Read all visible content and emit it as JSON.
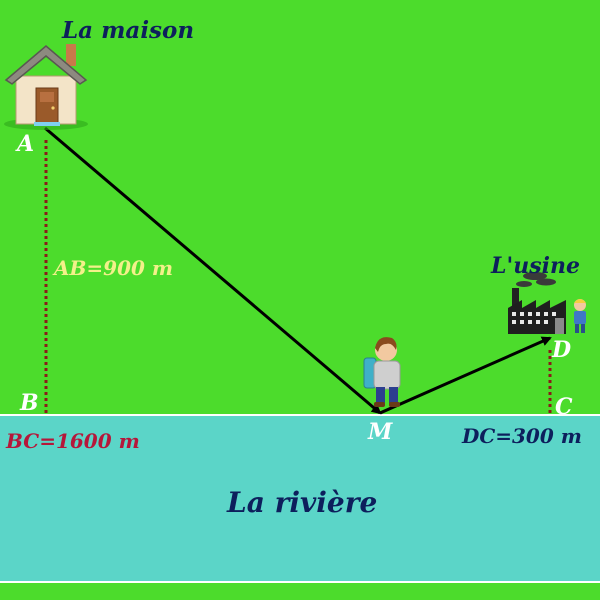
{
  "title_house": "La maison",
  "title_factory": "L'usine",
  "river_label": "La rivière",
  "points": {
    "A": "A",
    "B": "B",
    "C": "C",
    "D": "D",
    "M": "M"
  },
  "measures": {
    "AB": "AB=900 m",
    "BC": "BC=1600 m",
    "DC": "DC=300 m"
  },
  "colors": {
    "grass": "#4cdc2c",
    "river": "#5bd5c8",
    "river_edge": "#ffffff",
    "dark_text": "#0d1f5c",
    "ab_text": "#f3f08a",
    "bc_text": "#b5173a",
    "dotted": "#8b1a1a",
    "path": "#000000"
  },
  "icons": {
    "house": "house-icon",
    "factory": "factory-icon",
    "worker": "worker-icon",
    "person": "person-with-bucket-icon"
  }
}
